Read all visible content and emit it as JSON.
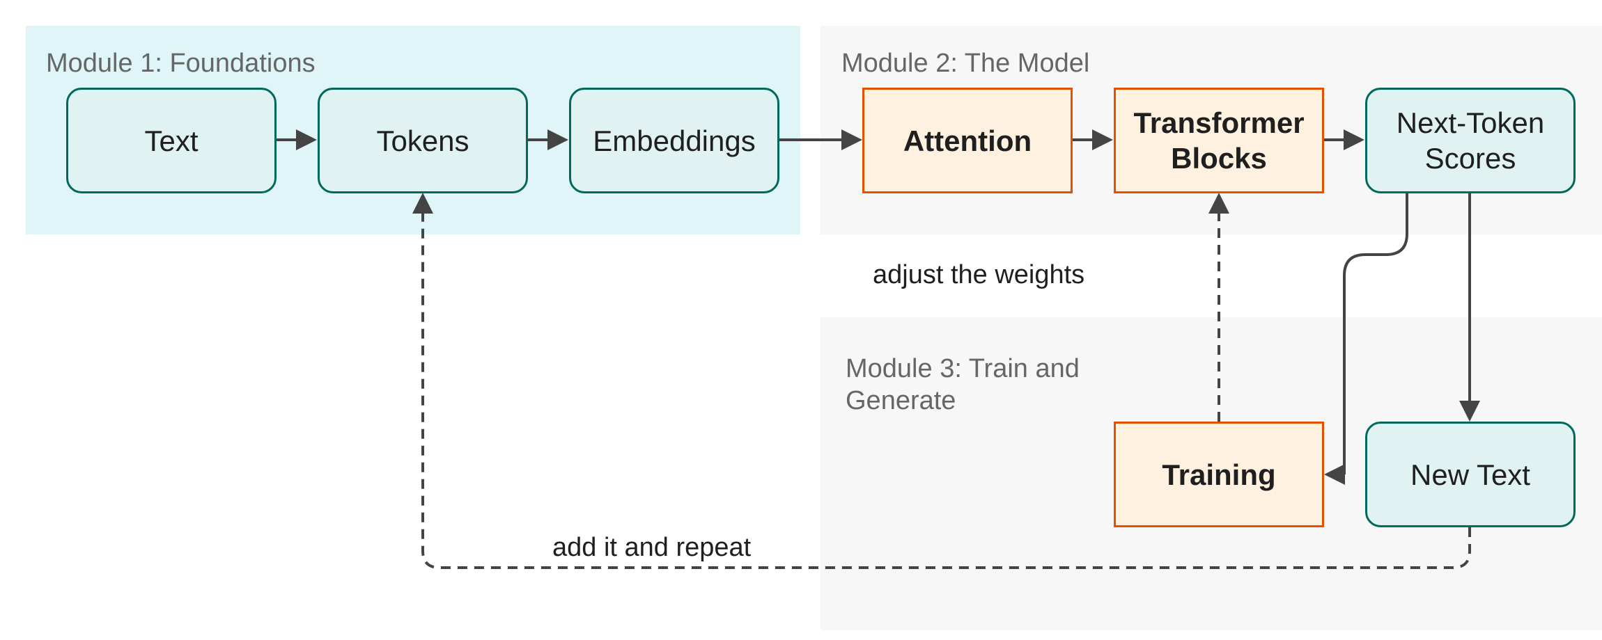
{
  "colors": {
    "module1_bg": "#dff5f7",
    "module2_bg": "#f7f7f7",
    "module3_bg": "#f7f7f7",
    "teal_fill": "#e0f2f1",
    "teal_border": "#00695c",
    "orange_fill": "#fff1e0",
    "orange_border": "#e65100",
    "edge": "#444444",
    "cluster_label": "#666666"
  },
  "clusters": {
    "module1": {
      "label": "Module 1: Foundations"
    },
    "module2": {
      "label": "Module 2: The Model"
    },
    "module3": {
      "label": "Module 3: Train and\nGenerate"
    }
  },
  "nodes": {
    "text": {
      "label": "Text"
    },
    "tokens": {
      "label": "Tokens"
    },
    "embeddings": {
      "label": "Embeddings"
    },
    "attention": {
      "label": "Attention"
    },
    "transformer_blocks": {
      "label": "Transformer\nBlocks"
    },
    "next_token_scores": {
      "label": "Next-Token\nScores"
    },
    "training": {
      "label": "Training"
    },
    "new_text": {
      "label": "New Text"
    }
  },
  "edges": [
    {
      "from": "text",
      "to": "tokens",
      "style": "solid",
      "label": ""
    },
    {
      "from": "tokens",
      "to": "embeddings",
      "style": "solid",
      "label": ""
    },
    {
      "from": "embeddings",
      "to": "attention",
      "style": "solid",
      "label": ""
    },
    {
      "from": "attention",
      "to": "transformer_blocks",
      "style": "solid",
      "label": ""
    },
    {
      "from": "transformer_blocks",
      "to": "next_token_scores",
      "style": "solid",
      "label": ""
    },
    {
      "from": "next_token_scores",
      "to": "new_text",
      "style": "solid",
      "label": ""
    },
    {
      "from": "next_token_scores",
      "to": "training",
      "style": "solid",
      "label": ""
    },
    {
      "from": "training",
      "to": "transformer_blocks",
      "style": "dashed",
      "label": "adjust the weights"
    },
    {
      "from": "new_text",
      "to": "tokens",
      "style": "dashed",
      "label": "add it and repeat"
    }
  ]
}
